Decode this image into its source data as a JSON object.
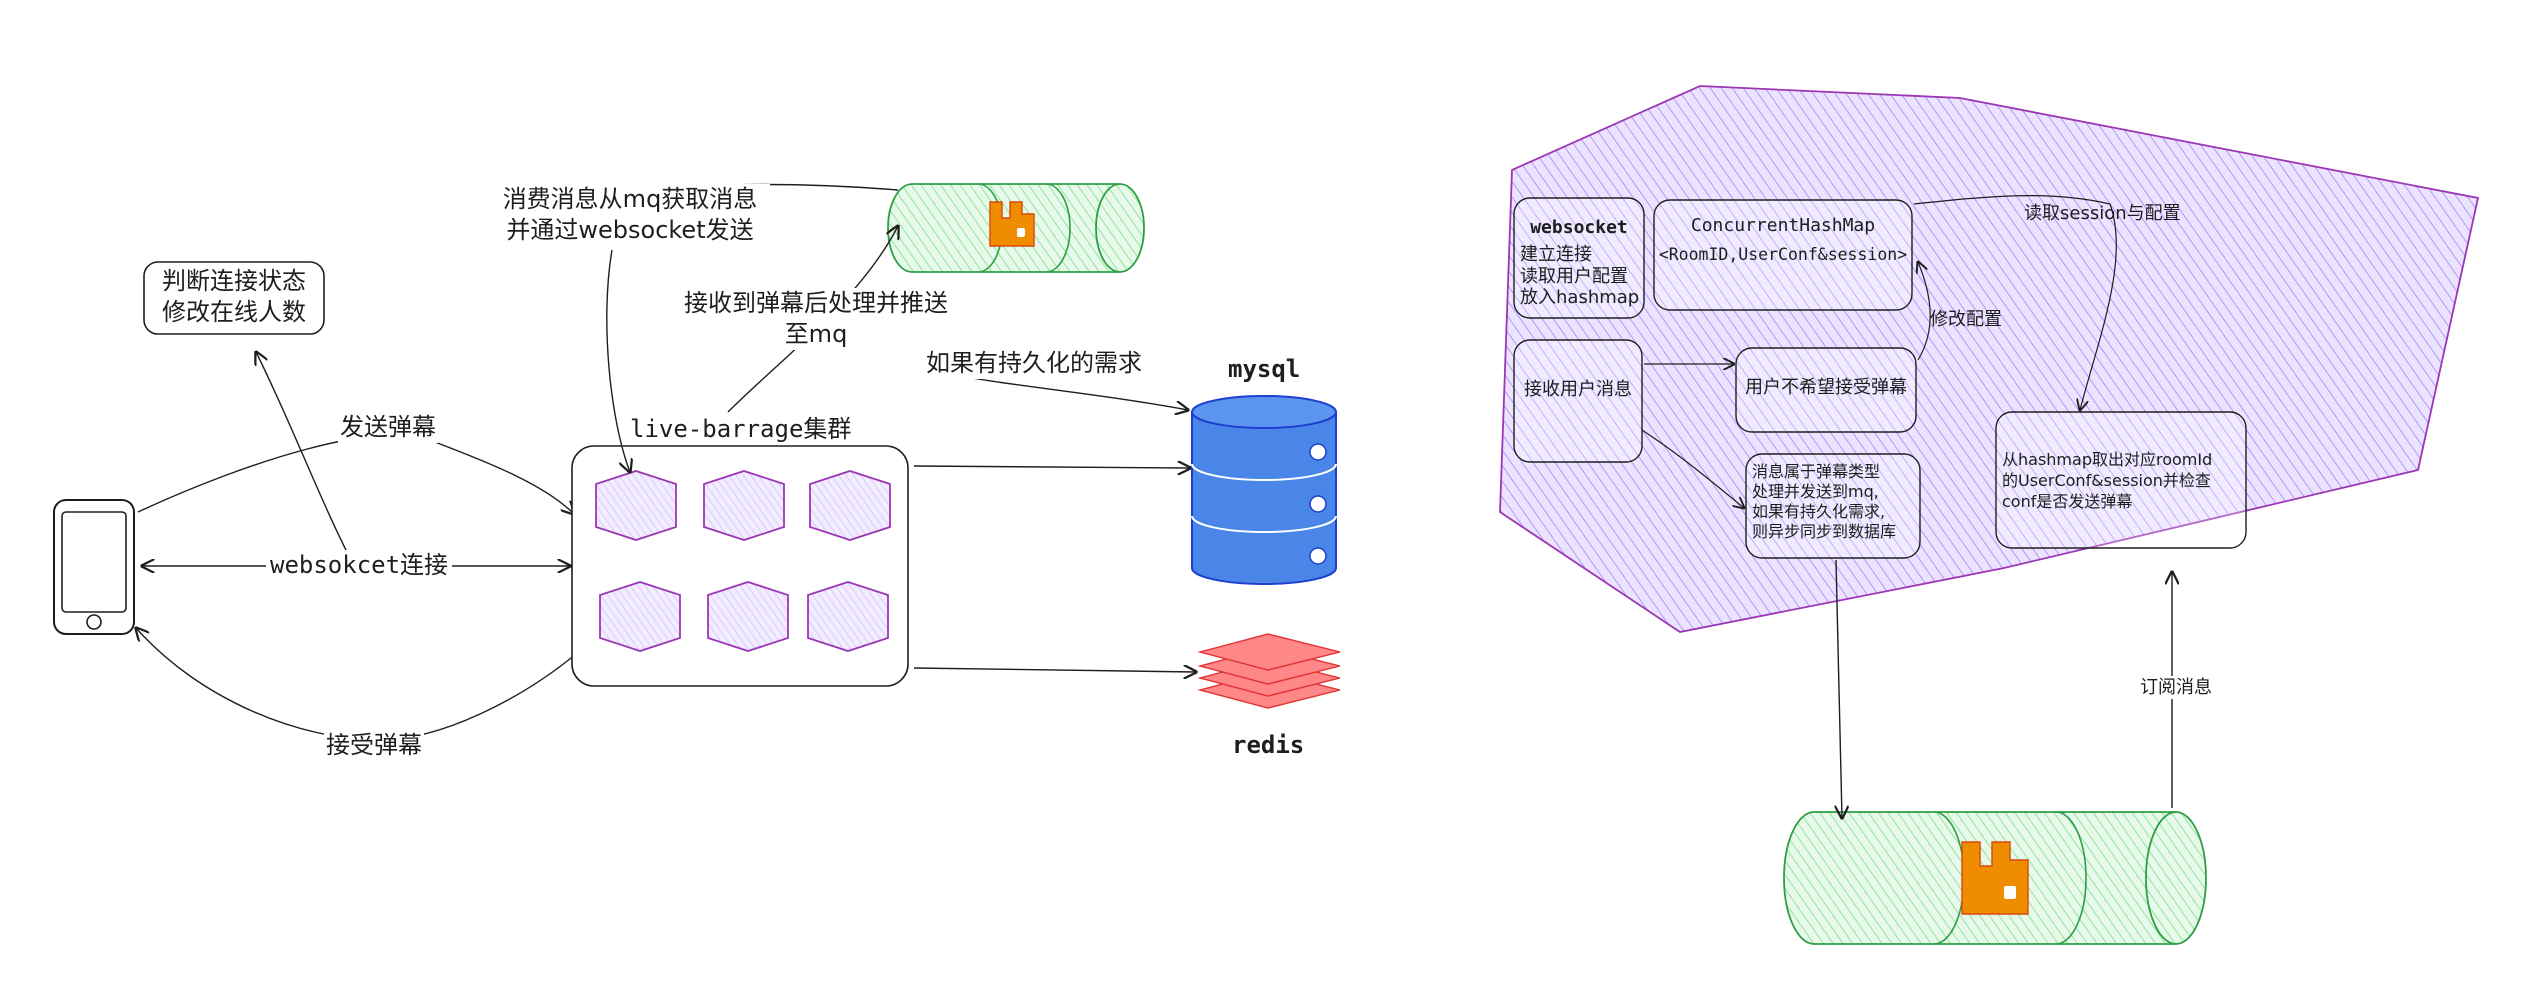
{
  "left": {
    "status_note": "判断连接状态\n修改在线人数",
    "send_barrage": "发送弹幕",
    "websocket_conn": "websokcet连接",
    "receive_barrage": "接受弹幕",
    "cluster_label": "live-barrage集群",
    "consume_note": "消费消息从mq获取消息\n并通过websocket发送",
    "process_note": "接收到弹幕后处理并推送\n至mq",
    "persist_note": "如果有持久化的需求",
    "mysql_label": "mysql",
    "redis_label": "redis"
  },
  "right": {
    "websocket_title": "websocket",
    "websocket_body": "建立连接\n读取用户配置\n放入hashmap",
    "hashmap_line1": "ConcurrentHashMap",
    "hashmap_line2": "<RoomID,UserConf&session>",
    "read_session": "读取session与配置",
    "modify_config": "修改配置",
    "receive_msg": "接收用户消息",
    "user_reject": "用户不希望接受弹幕",
    "msg_type_note": "消息属于弹幕类型\n处理并发送到mq,\n如果有持久化需求,\n则异步同步到数据库",
    "hashmap_note": "从hashmap取出对应roomId\n的UserConf&session并检查\nconf是否发送弹幕",
    "subscribe": "订阅消息"
  },
  "colors": {
    "mq_fill": "#b2f2bb",
    "mq_stroke": "#2f9e44",
    "rabbit": "#f08c00",
    "mysql_fill": "#4a86e8",
    "mysql_stroke": "#1c3fcf",
    "redis_fill": "#ff8787",
    "redis_stroke": "#e03131",
    "hex_fill": "#e5dbff",
    "hex_stroke": "#9c36b5",
    "region_fill": "#d0bfff",
    "region_stroke": "#9c36b5"
  }
}
